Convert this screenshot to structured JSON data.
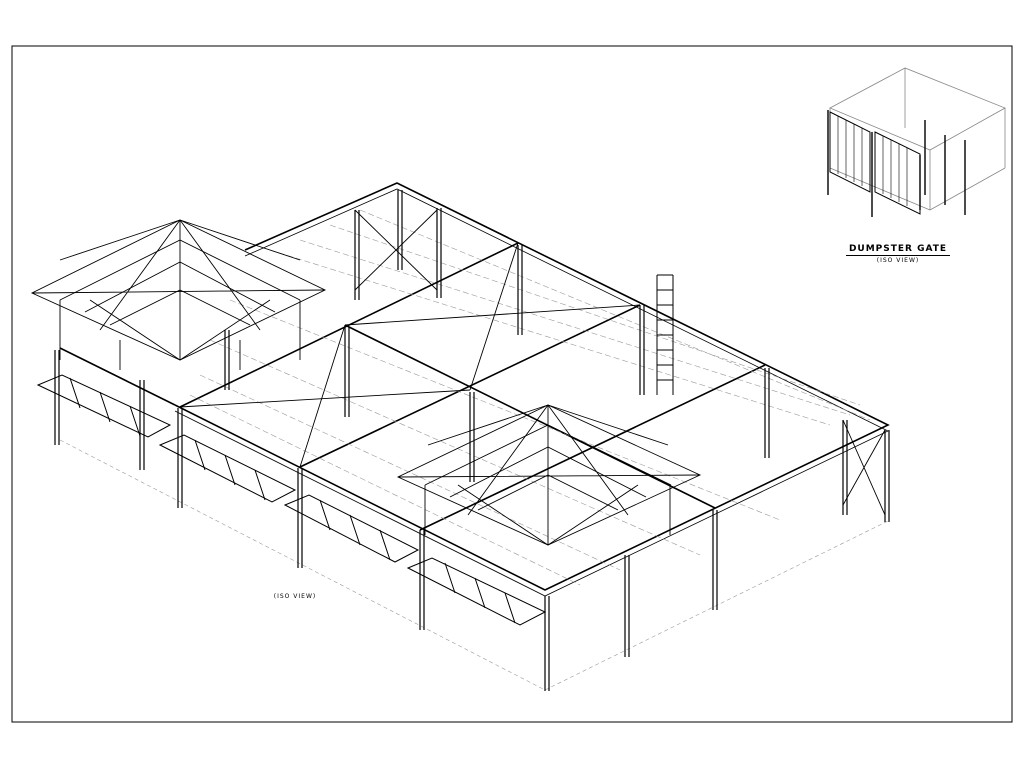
{
  "drawing": {
    "main_view_label": "(ISO VIEW)",
    "inset": {
      "title": "DUMPSTER GATE",
      "subtitle": "(ISO VIEW)"
    }
  }
}
